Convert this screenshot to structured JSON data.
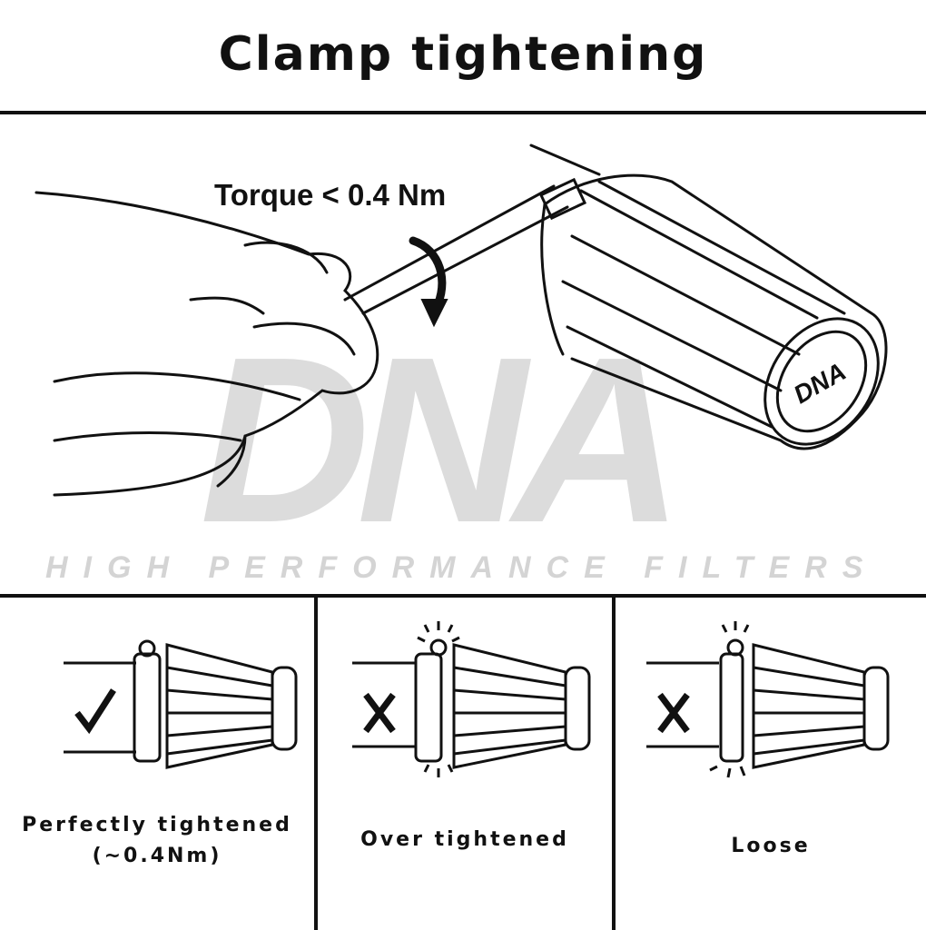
{
  "title": "Clamp tightening",
  "main": {
    "torque_label": "Torque < 0.4 Nm",
    "watermark": "DNA",
    "tagline": "HIGH PERFORMANCE FILTERS",
    "cap_logo": "DNA"
  },
  "panels": [
    {
      "mark": "✓",
      "label_line1": "Perfectly tightened",
      "label_line2": "(~0.4Nm)",
      "status": "correct"
    },
    {
      "mark": "✕",
      "label_line1": "Over tightened",
      "status": "incorrect"
    },
    {
      "mark": "✕",
      "label_line1": "Loose",
      "status": "incorrect"
    }
  ]
}
